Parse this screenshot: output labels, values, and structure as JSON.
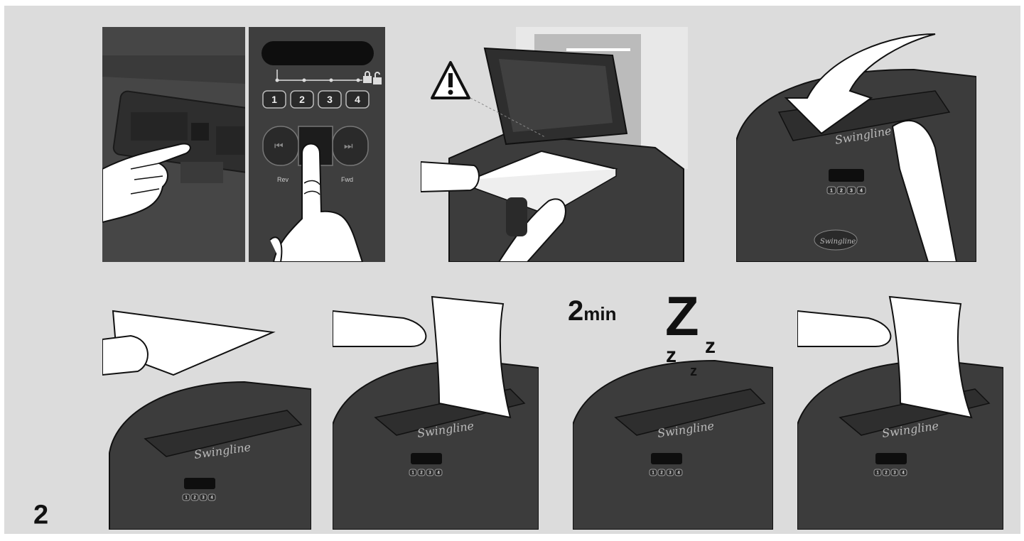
{
  "step": {
    "number": "2"
  },
  "keypad": {
    "buttons": [
      "1",
      "2",
      "3",
      "4"
    ],
    "rev_label": "Rev",
    "fwd_label": "Fwd"
  },
  "brand": {
    "name": "Swingline"
  },
  "timer": {
    "value": "2",
    "unit": "min"
  },
  "sleep": {
    "letters": [
      "Z",
      "z",
      "z",
      "z"
    ]
  },
  "icons": {
    "warning": "warning-triangle-icon",
    "lock": "lock-icon",
    "unlock": "unlock-icon",
    "rewind": "rewind-icon",
    "fast_forward": "fast-forward-icon"
  },
  "colors": {
    "background": "#dcdcdc",
    "shredder_body": "#3c3c3c",
    "shredder_light": "#555555",
    "paper": "#ffffff",
    "skin": "#ffffff",
    "line": "#111111"
  }
}
